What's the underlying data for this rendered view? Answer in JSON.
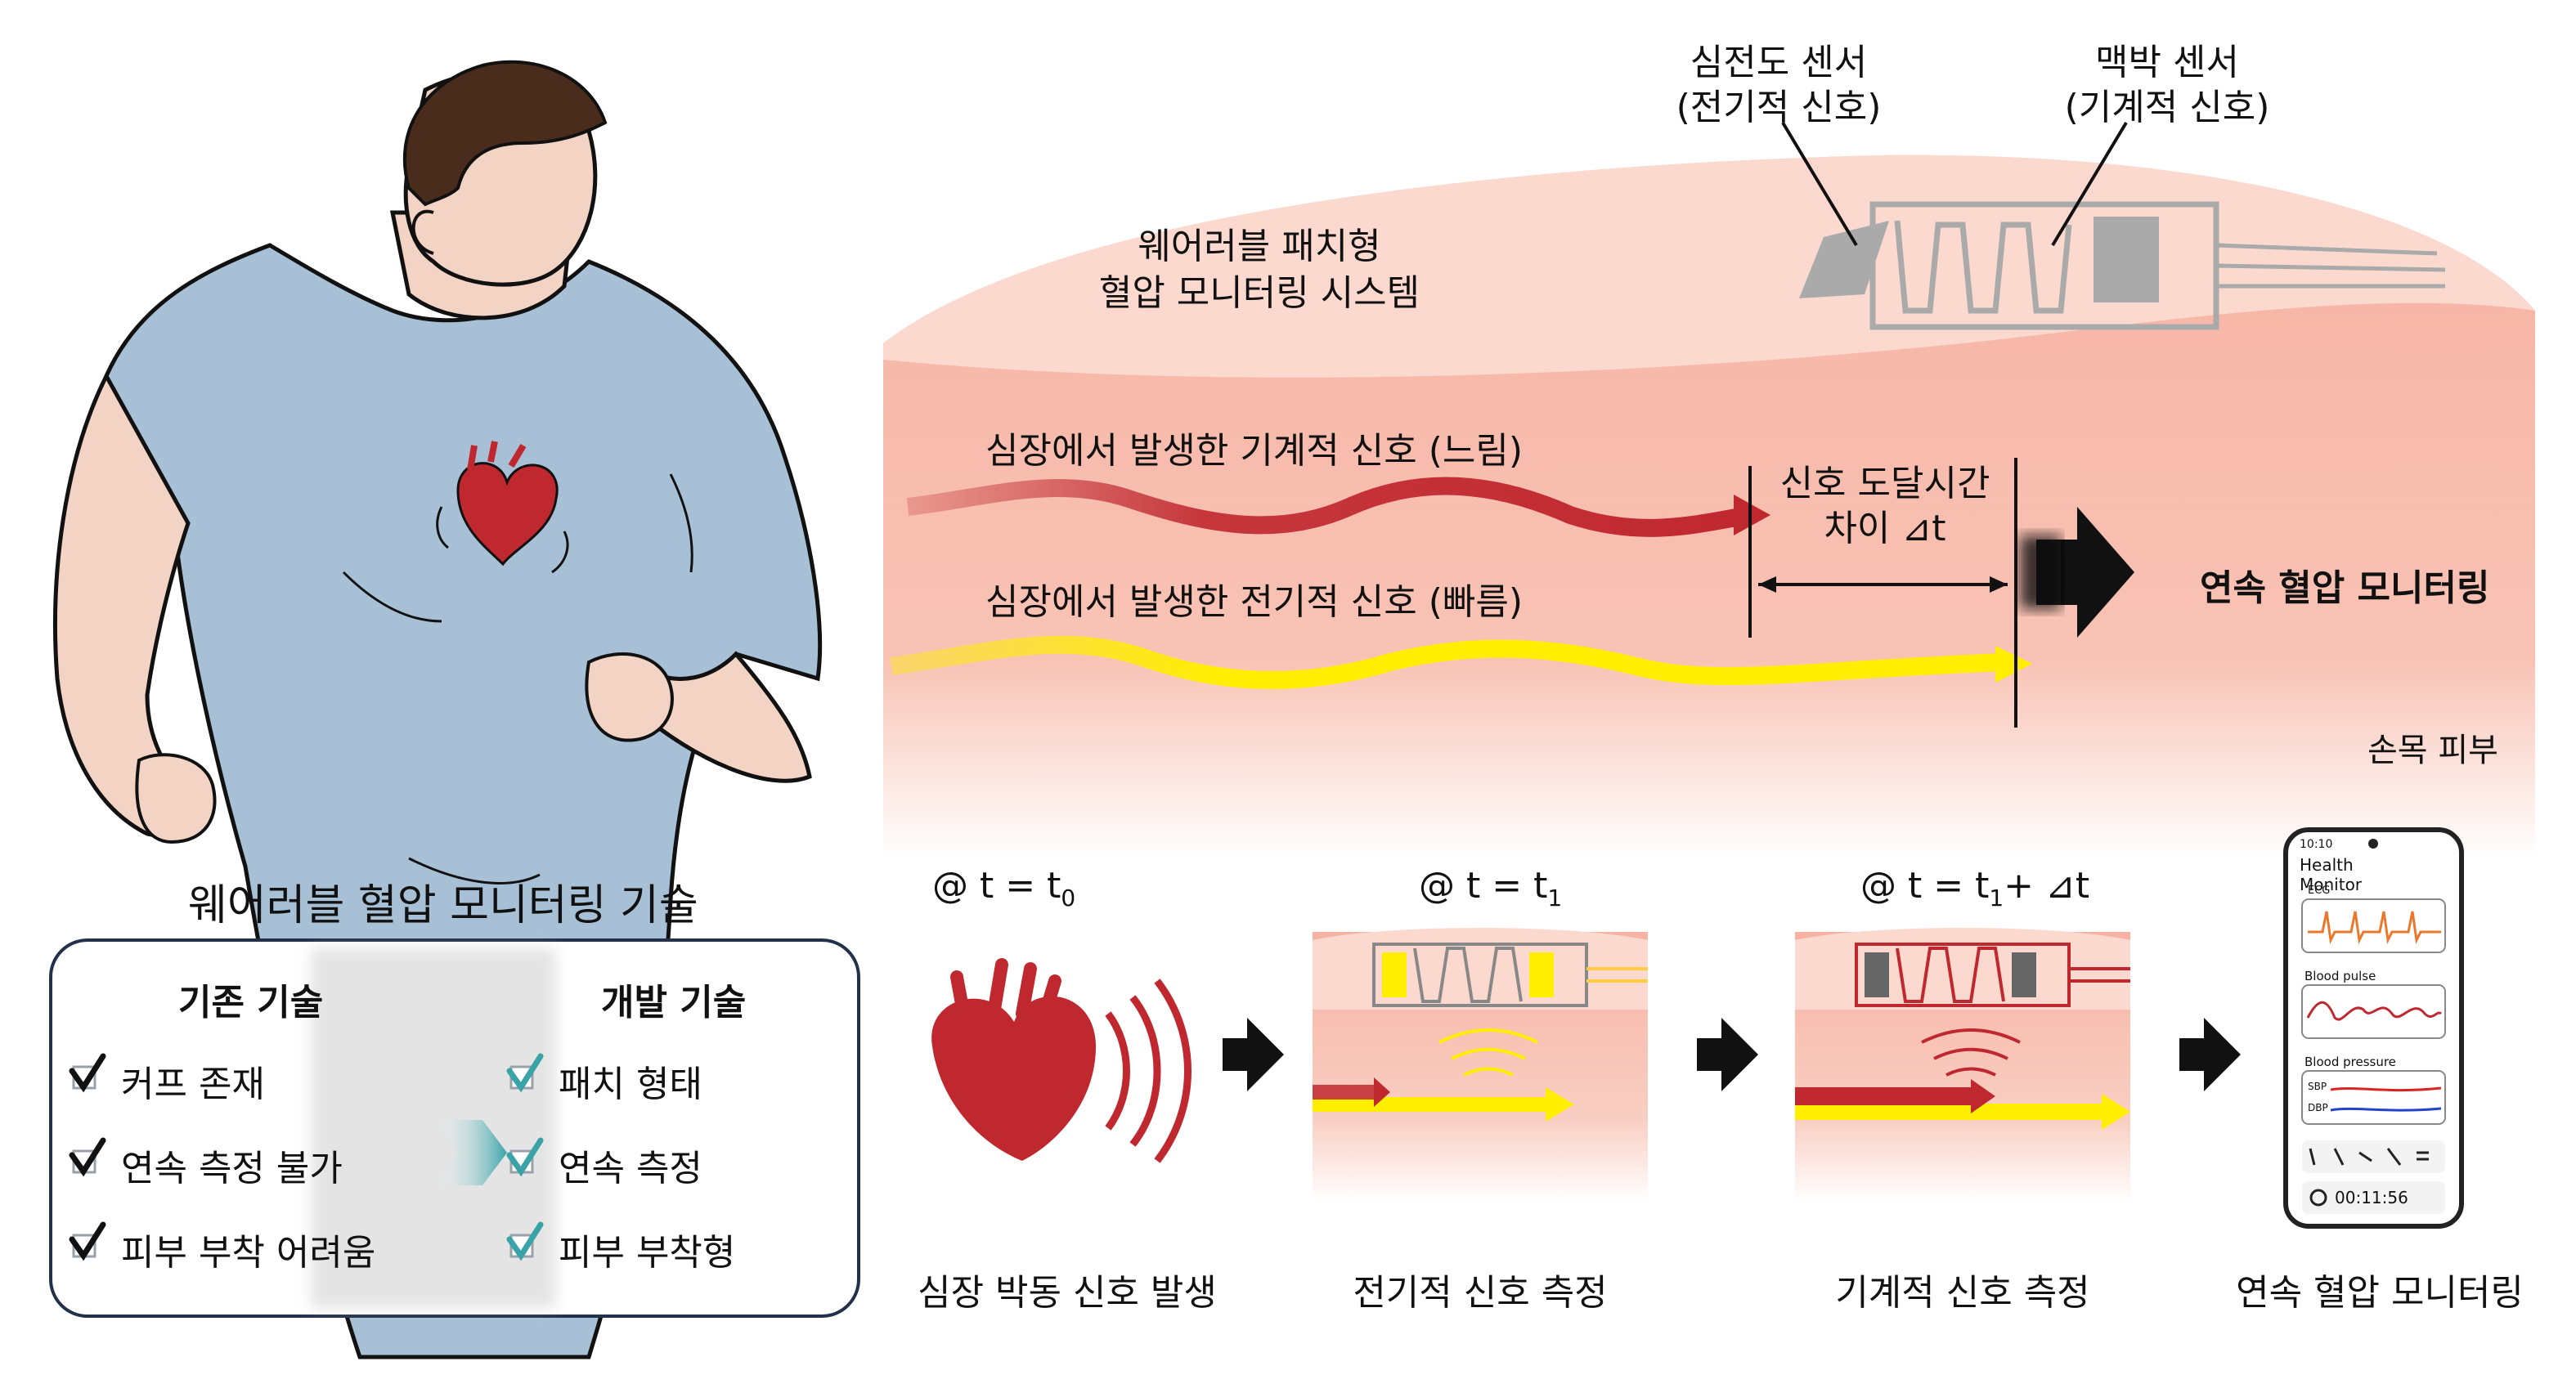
{
  "main_title": "웨어러블 혈압 모니터링 기술",
  "comparison": {
    "existing_header": "기존 기술",
    "developed_header": "개발 기술",
    "existing_items": [
      "커프 존재",
      "연속 측정 불가",
      "피부 부착 어려움"
    ],
    "developed_items": [
      "패치 형태",
      "연속 측정",
      "피부 부착형"
    ]
  },
  "patch": {
    "title_line1": "웨어러블 패치형",
    "title_line2": "혈압 모니터링 시스템",
    "ecg_sensor_line1": "심전도 센서",
    "ecg_sensor_line2": "(전기적 신호)",
    "pulse_sensor_line1": "맥박 센서",
    "pulse_sensor_line2": "(기계적 신호)"
  },
  "signals": {
    "mechanical": "심장에서 발생한 기계적 신호 (느림)",
    "electrical": "심장에서 발생한 전기적 신호 (빠름)",
    "delay_line1": "신호 도달시간",
    "delay_line2": "차이 ⊿t",
    "result": "연속 혈압 모니터링",
    "skin_label": "손목 피부",
    "colors": {
      "mechanical": "#c0282f",
      "electrical": "#ffee00",
      "skin": "#f6b8a8"
    }
  },
  "steps": {
    "time_prefix": "@ t = t",
    "t0_sub": "0",
    "t1_sub": "1",
    "dt_suffix": "+ ⊿t",
    "labels": [
      "심장 박동 신호 발생",
      "전기적 신호 측정",
      "기계적 신호 측정",
      "연속 혈압 모니터링"
    ]
  },
  "phone": {
    "time": "10:10",
    "app_title_line1": "Health",
    "app_title_line2": "Monitor",
    "ecg_label": "ECG",
    "pulse_label": "Blood pulse",
    "bp_label": "Blood pressure",
    "sbp": "SBP",
    "dbp": "DBP",
    "timer": "00:11:56"
  }
}
